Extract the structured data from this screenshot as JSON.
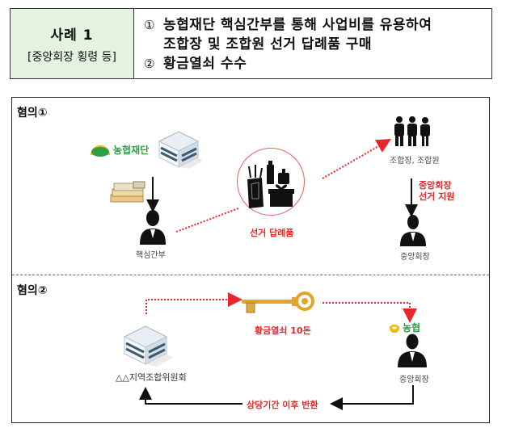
{
  "case_box": {
    "title": "사례 1",
    "subtitle": "[중앙회장 횡령 등]",
    "items": [
      {
        "num": "①",
        "lines": [
          "농협재단 핵심간부를 통해 사업비를 유용하여",
          "조합장 및 조합원 선거 답례품 구매"
        ]
      },
      {
        "num": "②",
        "lines": [
          "황금열쇠 수수"
        ]
      }
    ],
    "colors": {
      "left_bg": "#e4f3df",
      "border": "#333333"
    }
  },
  "diagram": {
    "section1": {
      "label": "혐의①",
      "foundation_logo_text": "농협재단",
      "money_icon": "cash-bundle-icon",
      "executive_label": "핵심간부",
      "gifts_label": "선거 답례품",
      "members_label": "조합장, 조합원",
      "support_label_line1": "중앙회장",
      "support_label_line2": "선거 지원",
      "chairman_label": "중앙회장"
    },
    "section2": {
      "label": "혐의②",
      "key_label": "황금열쇠 10돈",
      "committee_label": "△△지역조합위원회",
      "nh_logo_text": "농협",
      "chairman_label": "중앙회장",
      "return_label": "상당기간 이후 반환"
    },
    "colors": {
      "accent_red": "#e8262b",
      "logo_green": "#2f9e44",
      "logo_yellow": "#f2b705",
      "gold": "#e0a52a"
    }
  }
}
